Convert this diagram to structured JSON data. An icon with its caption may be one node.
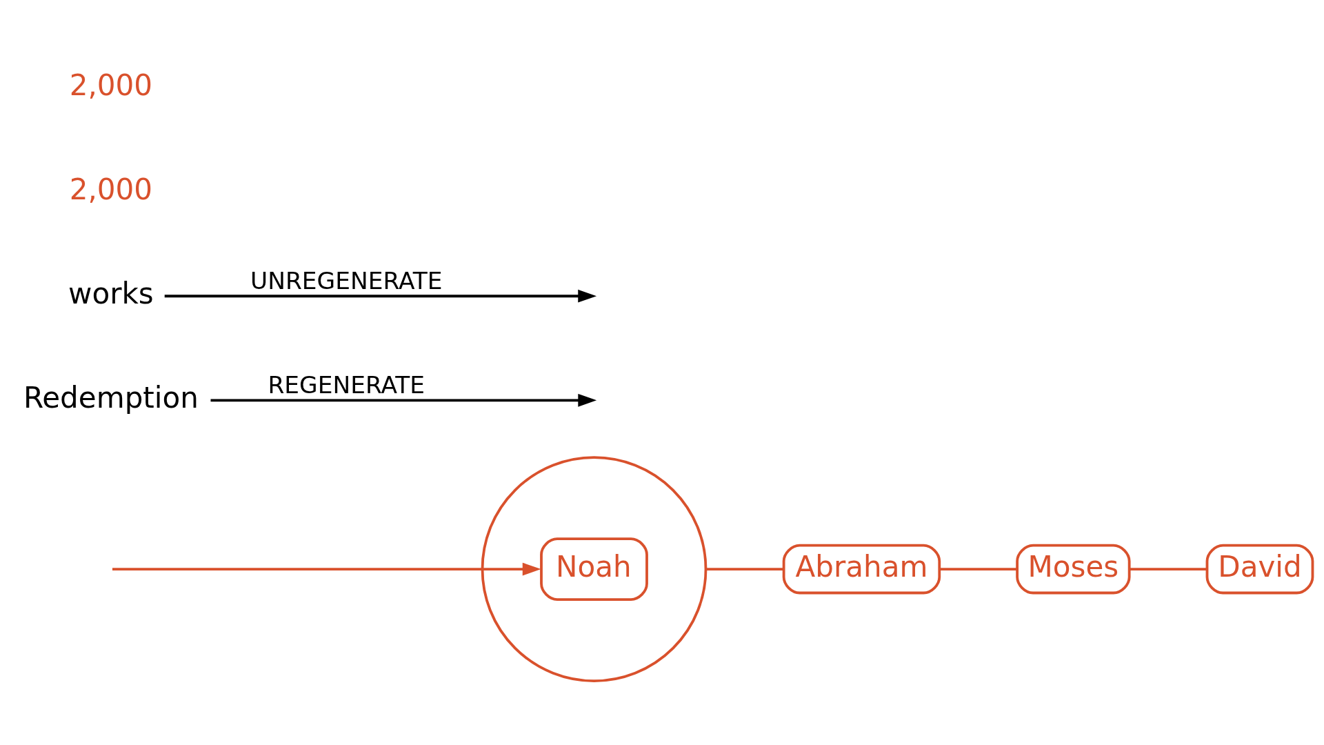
{
  "diagram": {
    "nodes": [
      {
        "text": [],
        "shape": "circle"
      },
      {
        "text": [
          "Noah"
        ],
        "in": 0
      },
      {
        "text": [
          "Abraham"
        ]
      },
      {
        "text": [
          "Moses"
        ]
      },
      {
        "text": [
          "David"
        ]
      },
      {
        "text": [
          "Redemption"
        ]
      },
      {
        "text": [
          "works"
        ]
      }
    ],
    "edges": [
      {
        "from": null,
        "to": 1,
        "arrow": "to"
      },
      {
        "from": 0,
        "to": 2,
        "arrow": "none"
      },
      {
        "from": 2,
        "to": 3,
        "arrow": "none"
      },
      {
        "from": 3,
        "to": 4,
        "arrow": "none"
      },
      {
        "from": 5,
        "to": null,
        "arrow": "to",
        "label": "REGENERATE",
        "color": "#000000"
      },
      {
        "from": 6,
        "to": null,
        "arrow": "to",
        "label": "UNREGENERATE",
        "color": "#000000"
      }
    ],
    "labels": [
      "2,000",
      "2,000"
    ]
  }
}
